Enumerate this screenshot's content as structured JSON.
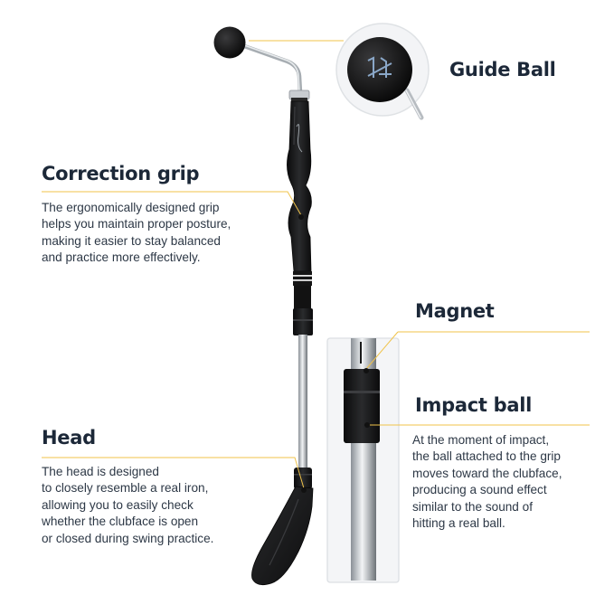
{
  "callouts": {
    "guide_ball": {
      "title": "Guide Ball"
    },
    "correction_grip": {
      "title": "Correction grip",
      "description": "The ergonomically designed grip\nhelps you maintain proper posture,\nmaking it easier to stay balanced\nand practice more effectively."
    },
    "magnet": {
      "title": "Magnet"
    },
    "impact_ball": {
      "title": "Impact ball",
      "description": "At the moment of impact,\nthe ball attached to the grip\nmoves toward the clubface,\nproducing a sound effect\nsimilar to the sound of\nhitting a real ball."
    },
    "head": {
      "title": "Head",
      "description": "The head is designed\nto closely resemble a real iron,\nallowing you to easily check\nwhether the clubface is open\nor closed during swing practice."
    }
  },
  "colors": {
    "accent_line": "#f0c34a",
    "heading_text": "#1c2838",
    "body_text": "#2d3846",
    "grip_black": "#141414"
  }
}
